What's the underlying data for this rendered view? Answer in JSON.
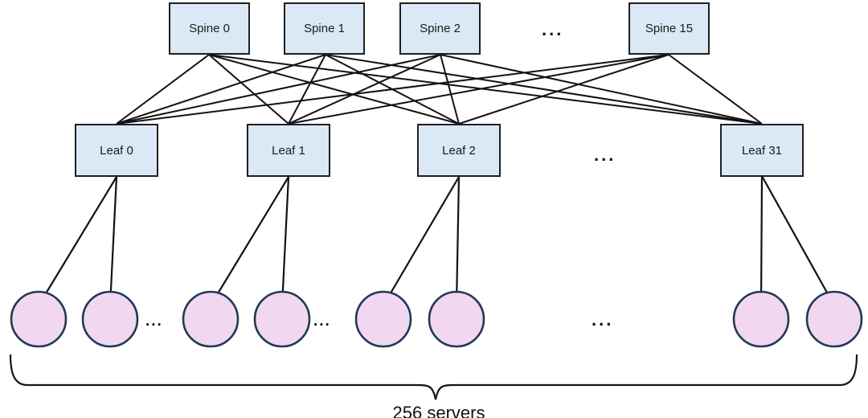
{
  "diagram": {
    "type": "spine-leaf-network-topology",
    "spine_row": {
      "labels": [
        "Spine 0",
        "Spine 1",
        "Spine 2",
        "Spine 15"
      ],
      "ellipsis": "..."
    },
    "leaf_row": {
      "labels": [
        "Leaf 0",
        "Leaf 1",
        "Leaf 2",
        "Leaf 31"
      ],
      "ellipsis": "..."
    },
    "server_row": {
      "visible_server_nodes": 8,
      "ellipsis_between_pairs_1": "...",
      "ellipsis_between_pairs_2": "...",
      "ellipsis_large_gap": "..."
    },
    "caption": "256 servers",
    "colors": {
      "switch_fill": "#dbe9f6",
      "switch_border": "#1f1f1f",
      "server_fill": "#f2d7f0",
      "server_border": "#203a54",
      "link_line": "#121212",
      "text": "#1a1a1a"
    }
  }
}
